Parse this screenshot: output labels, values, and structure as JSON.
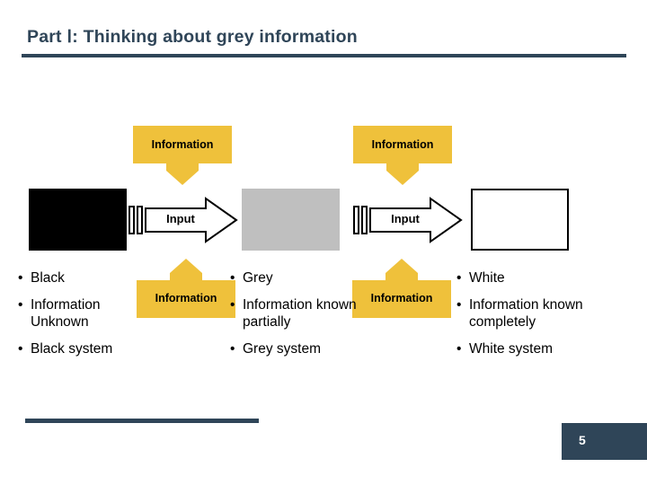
{
  "slide": {
    "title": "Part Ⅰ: Thinking about grey information",
    "page_number": "5",
    "accent_color": "#2f4558",
    "flow_color": "#efc13b",
    "black_box_color": "#000000",
    "grey_box_color": "#bfbfbf",
    "white_box_color": "#ffffff"
  },
  "flow": {
    "information_label": "Information",
    "input_label": "Input",
    "arrows": [
      {
        "name": "information-down-left",
        "label": "Information",
        "direction": "down"
      },
      {
        "name": "information-down-right",
        "label": "Information",
        "direction": "down"
      },
      {
        "name": "information-up-left",
        "label": "Information",
        "direction": "up"
      },
      {
        "name": "information-up-right",
        "label": "Information",
        "direction": "up"
      }
    ],
    "inputs": [
      {
        "name": "input-arrow-left",
        "label": "Input"
      },
      {
        "name": "input-arrow-right",
        "label": "Input"
      }
    ],
    "boxes": [
      {
        "name": "black-system-box",
        "fill": "#000000"
      },
      {
        "name": "grey-system-box",
        "fill": "#bfbfbf"
      },
      {
        "name": "white-system-box",
        "fill": "#ffffff"
      }
    ]
  },
  "columns": [
    {
      "name": "black-column",
      "bullet": "•",
      "items": [
        "Black",
        "Information Unknown",
        "Black system"
      ]
    },
    {
      "name": "grey-column",
      "bullet": "•",
      "items": [
        "Grey",
        "Information known partially",
        "Grey system"
      ]
    },
    {
      "name": "white-column",
      "bullet": "•",
      "items": [
        "White",
        "Information known completely",
        "White system"
      ]
    }
  ]
}
